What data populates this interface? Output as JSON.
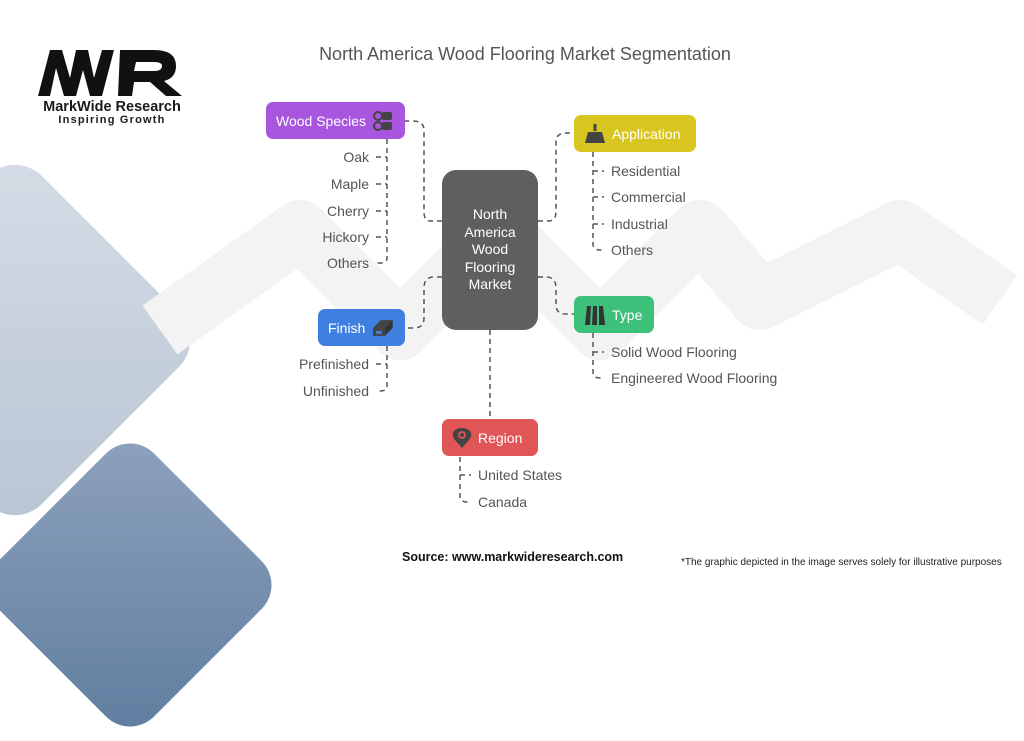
{
  "title": "North America Wood Flooring Market Segmentation",
  "logo": {
    "mark": "MWR",
    "name": "MarkWide Research",
    "tagline": "Inspiring Growth"
  },
  "center": {
    "label": "North America Wood Flooring Market",
    "lines": [
      "North",
      "America",
      "Wood",
      "Flooring",
      "Market"
    ]
  },
  "segments": {
    "wood_species": {
      "label": "Wood Species",
      "icon": "wood-logs-icon",
      "color": "#a855e0",
      "items": [
        "Oak",
        "Maple",
        "Cherry",
        "Hickory",
        "Others"
      ]
    },
    "application": {
      "label": "Application",
      "icon": "broom-icon",
      "color": "#d9c520",
      "items": [
        "Residential",
        "Commercial",
        "Industrial",
        "Others"
      ]
    },
    "finish": {
      "label": "Finish",
      "icon": "plank-icon",
      "color": "#3f7fe0",
      "items": [
        "Prefinished",
        "Unfinished"
      ]
    },
    "type": {
      "label": "Type",
      "icon": "planks-icon",
      "color": "#3cc07a",
      "items": [
        "Solid Wood Flooring",
        "Engineered Wood Flooring"
      ]
    },
    "region": {
      "label": "Region",
      "icon": "location-pin-icon",
      "color": "#e05555",
      "items": [
        "United States",
        "Canada"
      ]
    }
  },
  "footer": {
    "source": "Source: www.markwideresearch.com",
    "note": "*The graphic depicted in the image serves solely for illustrative purposes"
  }
}
